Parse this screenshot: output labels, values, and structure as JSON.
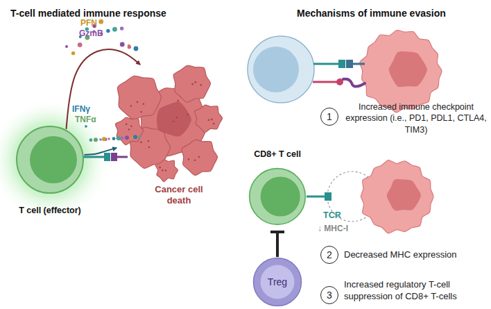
{
  "diagram": {
    "nodes": [
      {
        "text": [
          "T cell (effector)"
        ]
      },
      {
        "text": [
          "Cancer cell death"
        ]
      },
      {
        "text": [
          "1"
        ]
      },
      {
        "text": [
          "CD8+ T cell"
        ]
      },
      {
        "text": [
          "2"
        ]
      },
      {
        "text": [
          "Treg"
        ]
      },
      {
        "text": [
          "3"
        ]
      }
    ],
    "edges": [
      {
        "from": 0,
        "to": 1,
        "arrow": "to"
      },
      {
        "from": 0,
        "to": 1,
        "arrow": "to"
      },
      {
        "from": 5,
        "to": 3,
        "arrow": "to"
      }
    ],
    "labels": [
      "T-cell mediated immune response",
      "Mechanisms of immune evasion",
      "PFN",
      "GzmB",
      "IFNγ",
      "TNFα",
      "Increased immune checkpoint expression (i.e., PD1, PDL1, CTLA4, TIM3)",
      "TCR",
      "↓ MHC-I",
      "Decreased MHC expression",
      "Increased regulatory T-cell suppression of CD8+ T-cells"
    ]
  }
}
